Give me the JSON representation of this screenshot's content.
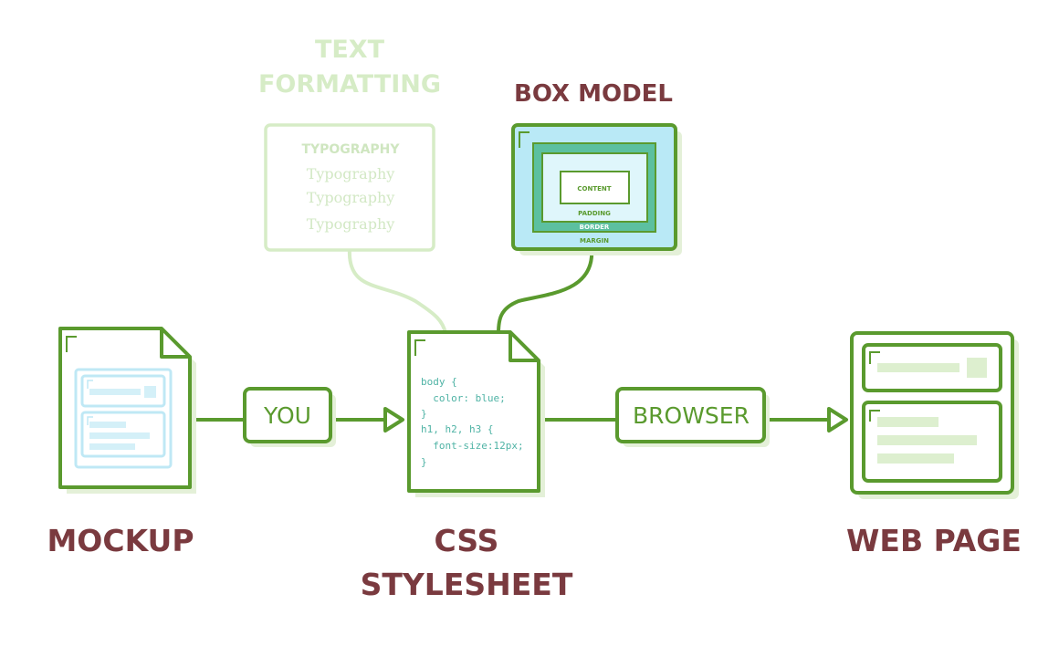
{
  "labels": {
    "mockup": "MOCKUP",
    "css_line1": "CSS",
    "css_line2": "STYLESHEET",
    "web_page": "WEB PAGE",
    "text_formatting_line1": "TEXT",
    "text_formatting_line2": "FORMATTING",
    "box_model": "BOX MODEL"
  },
  "connectors": {
    "you": "YOU",
    "browser": "BROWSER"
  },
  "typography": {
    "bold": "TYPOGRAPHY",
    "serif1": "Typography",
    "serif2": "Typography",
    "serif3": "Typography"
  },
  "box_model_layers": {
    "content": "CONTENT",
    "padding": "PADDING",
    "border": "BORDER",
    "margin": "MARGIN"
  },
  "code_lines": [
    "body {",
    "  color: blue;",
    "}",
    "h1, h2, h3 {",
    "  font-size:12px;",
    "}"
  ],
  "colors": {
    "green": "#5a9a2e",
    "shadow": "#e4f0d8",
    "light_green": "#d6ecc6",
    "maroon": "#7a3a3f",
    "cyan": "#4fb3a5",
    "light_blue": "#bfe8f5"
  }
}
